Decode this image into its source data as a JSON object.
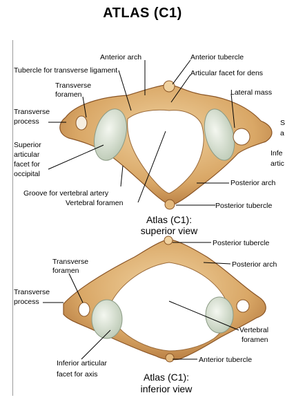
{
  "title": "ATLAS (C1)",
  "superior": {
    "caption_line1": "Atlas (C1):",
    "caption_line2": "superior view",
    "labels": {
      "anterior_arch": "Anterior arch",
      "anterior_tubercle": "Anterior tubercle",
      "tubercle_transverse_ligament": "Tubercle for transverse ligament",
      "articular_facet_dens": "Articular facet for dens",
      "transverse_foramen_1": "Transverse",
      "transverse_foramen_2": "foramen",
      "lateral_mass": "Lateral mass",
      "transverse_process_1": "Transverse",
      "transverse_process_2": "process",
      "superior_facet_1": "Superior",
      "superior_facet_2": "articular",
      "superior_facet_3": "facet for",
      "superior_facet_4": "occipital",
      "groove_vertebral_artery": "Groove for vertebral artery",
      "vertebral_foramen": "Vertebral foramen",
      "posterior_arch": "Posterior arch",
      "posterior_tubercle": "Posterior tubercle",
      "cut_right_1": "S",
      "cut_right_2": "a",
      "cut_right_3": "Infe",
      "cut_right_4": "artic"
    }
  },
  "inferior": {
    "caption_line1": "Atlas (C1):",
    "caption_line2": "inferior view",
    "labels": {
      "posterior_tubercle": "Posterior tubercle",
      "posterior_arch": "Posterior arch",
      "transverse_foramen_1": "Transverse",
      "transverse_foramen_2": "foramen",
      "transverse_process_1": "Transverse",
      "transverse_process_2": "process",
      "vertebral_foramen_1": "Vertebral",
      "vertebral_foramen_2": "foramen",
      "inferior_facet_1": "Inferior articular",
      "inferior_facet_2": "facet for axis",
      "anterior_tubercle": "Anterior tubercle"
    }
  },
  "colors": {
    "bone": "#d9a766",
    "bone_dark": "#a86a32",
    "bone_light": "#f0d2a0",
    "facet": "#e4ecdf"
  }
}
